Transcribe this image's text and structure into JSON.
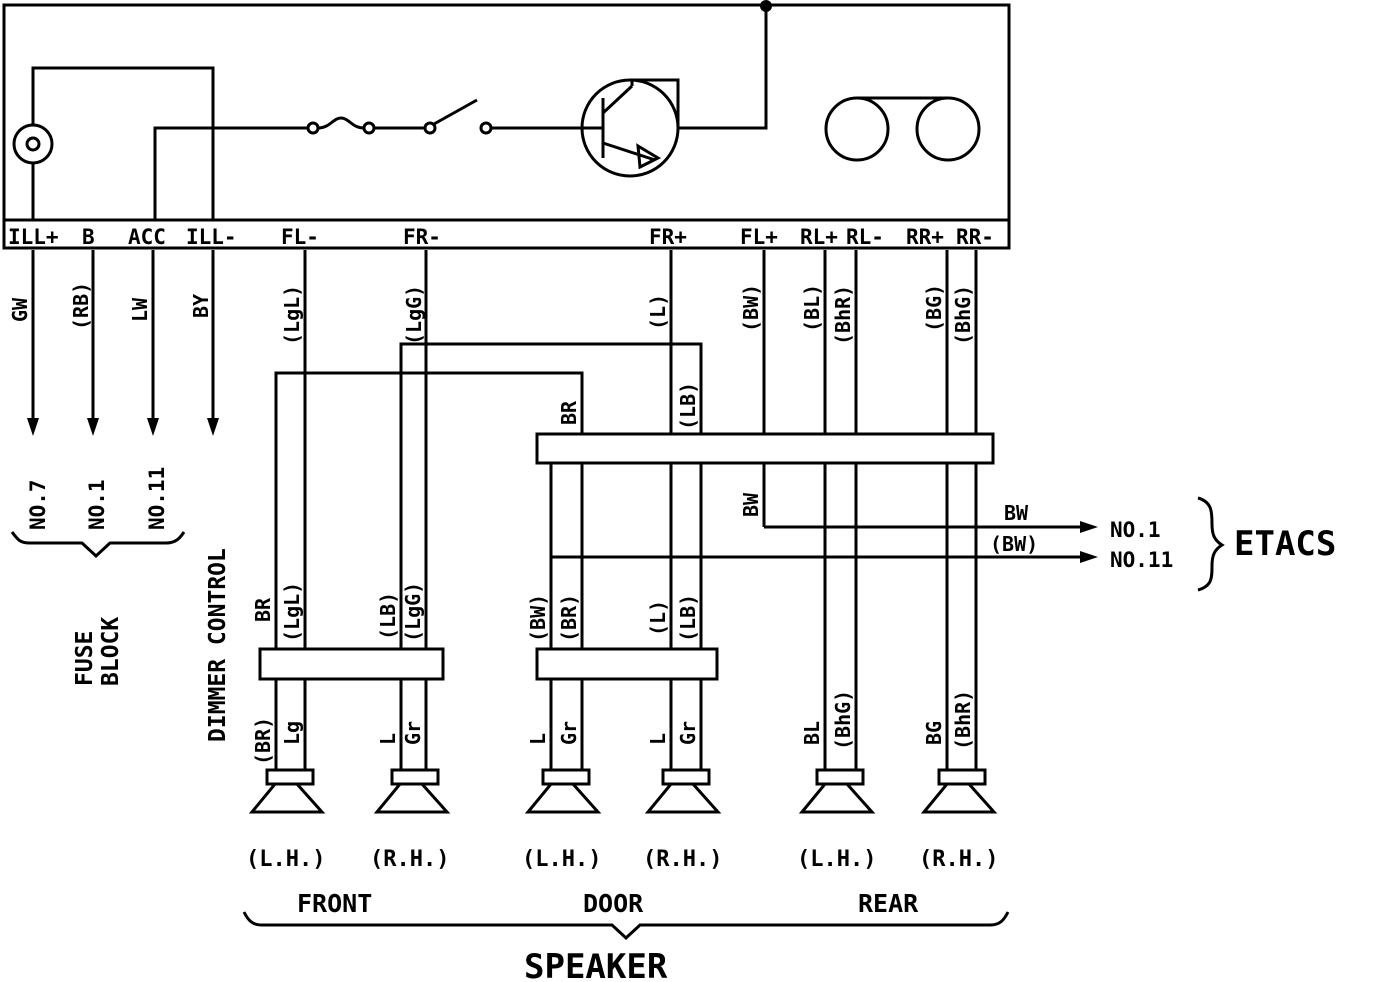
{
  "radio_unit": {
    "terminals": [
      "ILL+",
      "B",
      "ACC",
      "ILL-",
      "FL-",
      "FR-",
      "FR+",
      "FL+",
      "RL+",
      "RL-",
      "RR+",
      "RR-"
    ]
  },
  "wires": {
    "ill_plus": "GW",
    "b": "(RB)",
    "acc": "LW",
    "ill_minus": "BY",
    "fl_minus": "(LgL)",
    "fr_minus": "(LgG)",
    "fr_plus": "(L)",
    "fl_plus": "(BW)",
    "rl_plus": "(BL)",
    "rl_minus": "(BhR)",
    "rr_plus": "(BG)",
    "rr_minus": "(BhG)"
  },
  "fuses": [
    "NO.7",
    "NO.1",
    "NO.11"
  ],
  "fuse_block": [
    "FUSE",
    "BLOCK"
  ],
  "dimmer_control": "DIMMER CONTROL",
  "junction": {
    "br_upper": "BR",
    "lb_upper": "(LB)",
    "bw_lower": "BW"
  },
  "etacs": {
    "wire1": "BW",
    "wire2": "(BW)",
    "no1": "NO.1",
    "no11": "NO.11",
    "label": "ETACS"
  },
  "front_labels": {
    "lh_outer_top": "BR",
    "lh_inner_top": "(LgL)",
    "rh_outer_top": "(LB)",
    "rh_inner_top": "(LgG)",
    "lh_outer_bot": "(BR)",
    "lh_inner_bot": "Lg",
    "rh_outer_bot": "L",
    "rh_inner_bot": "Gr"
  },
  "door_labels": {
    "lh_outer_top": "(BW)",
    "lh_inner_top": "(BR)",
    "rh_outer_top": "(L)",
    "rh_inner_top": "(LB)",
    "lh_outer_bot": "L",
    "lh_inner_bot": "Gr",
    "rh_outer_bot": "L",
    "rh_inner_bot": "Gr"
  },
  "rear_labels": {
    "lh_outer": "BL",
    "lh_inner": "(BhG)",
    "rh_outer": "BG",
    "rh_inner": "(BhR)"
  },
  "speaker_sides": [
    "(L.H.)",
    "(R.H.)",
    "(L.H.)",
    "(R.H.)",
    "(L.H.)",
    "(R.H.)"
  ],
  "speaker_groups": [
    "FRONT",
    "DOOR",
    "REAR"
  ],
  "speaker_title": "SPEAKER"
}
